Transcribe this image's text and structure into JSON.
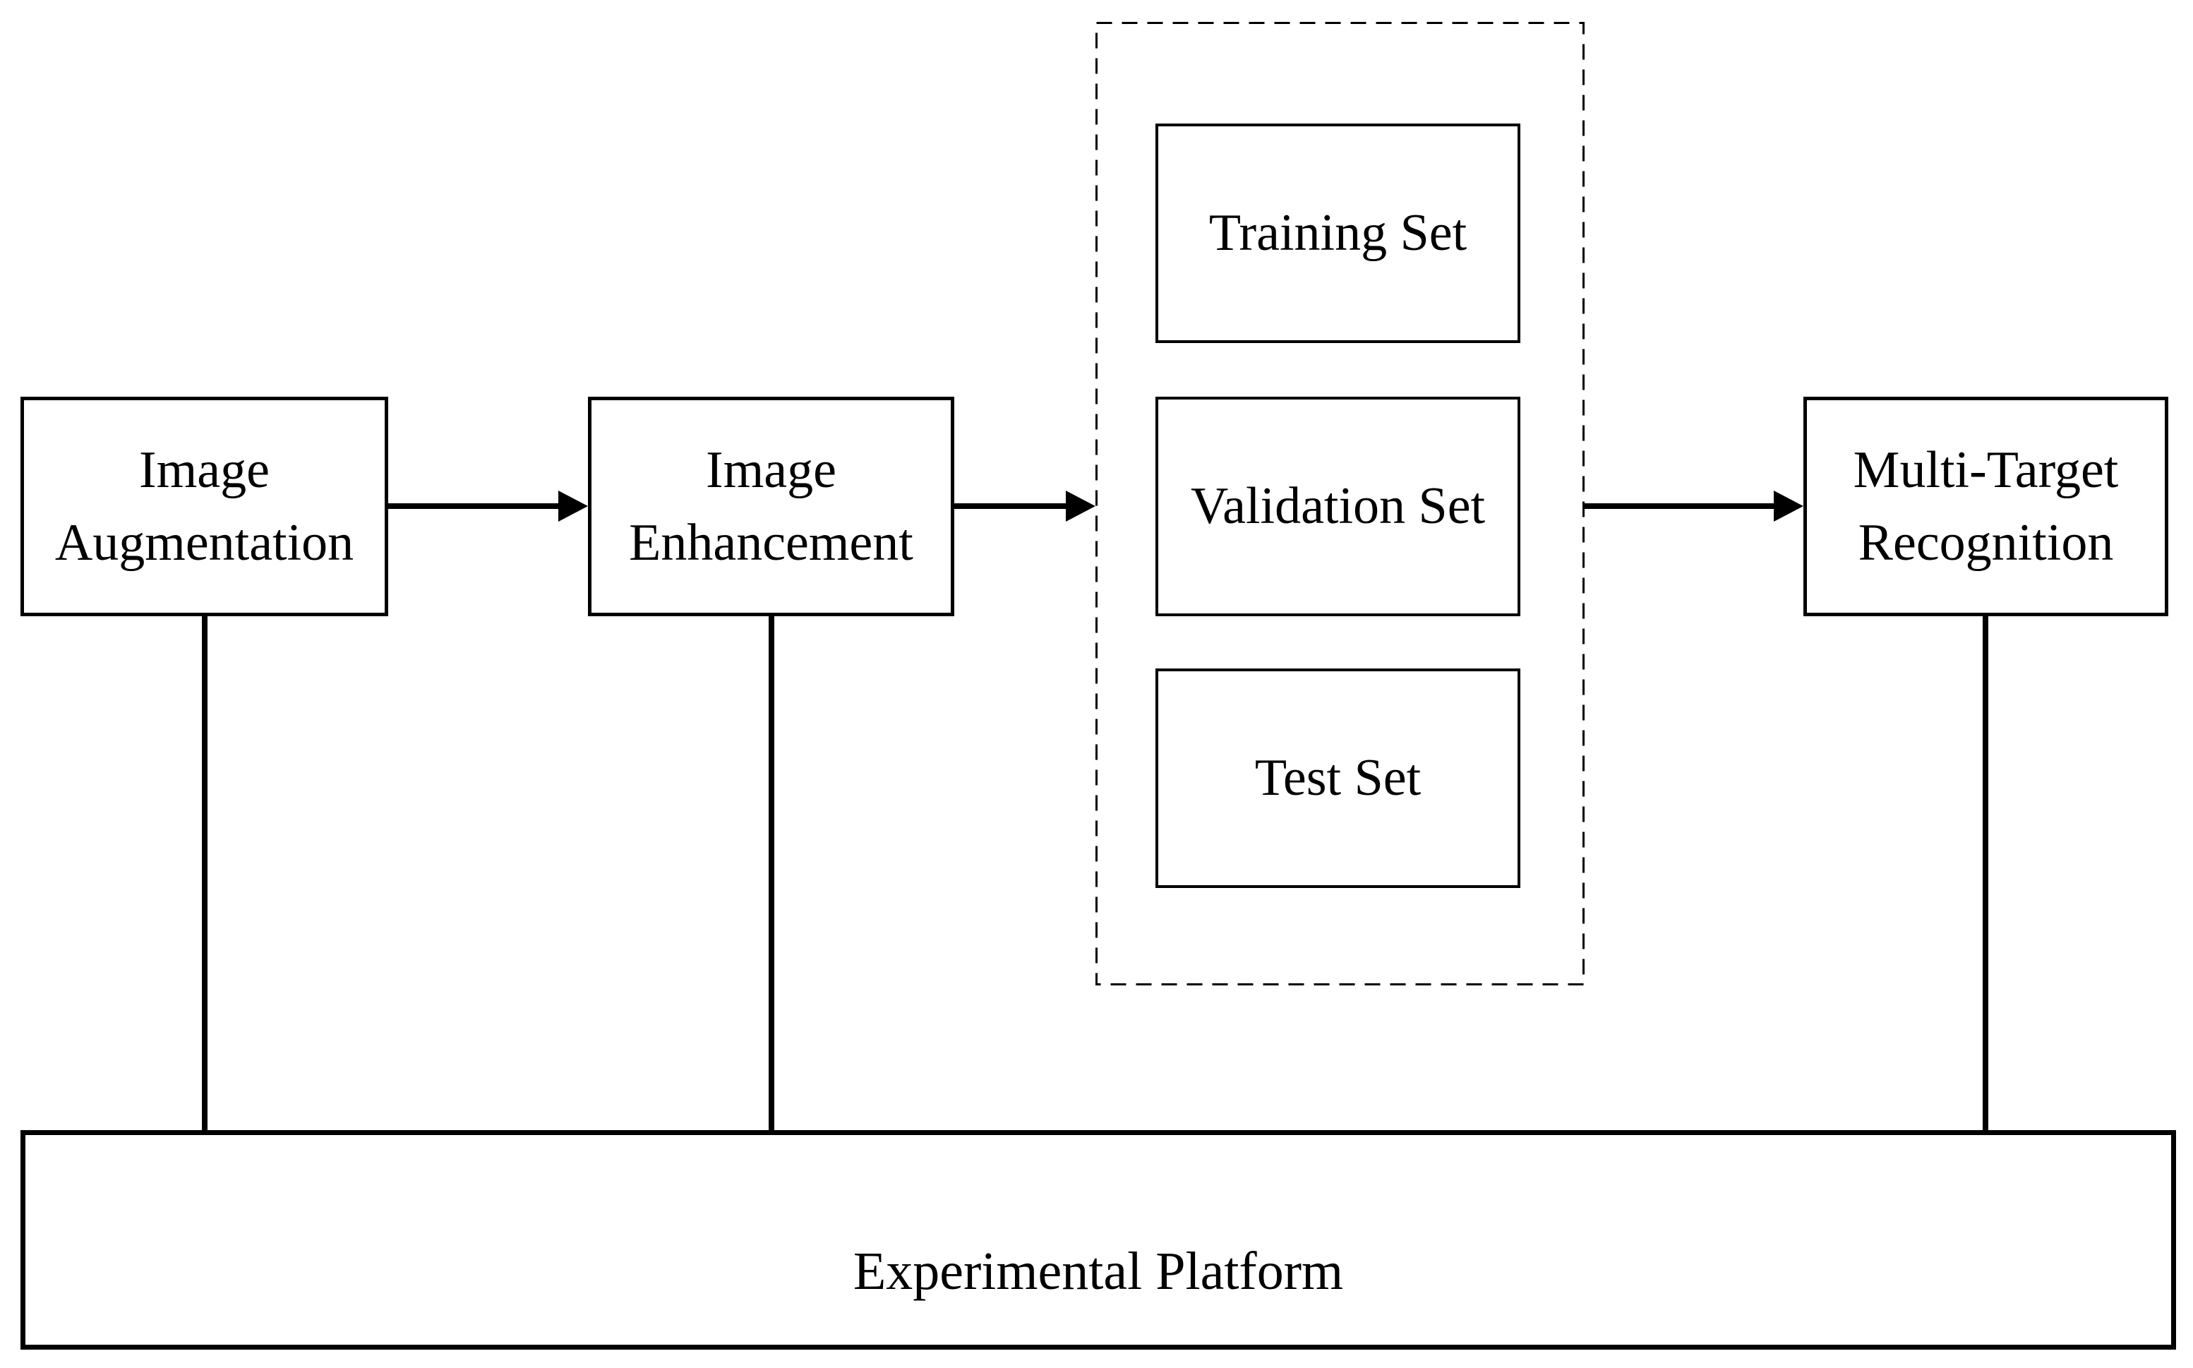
{
  "figure": {
    "background_color": "#ffffff",
    "line_color": "#000000",
    "text_color": "#000000"
  },
  "nodes": {
    "image_augmentation": {
      "lines": [
        "Image",
        "Augmentation"
      ]
    },
    "image_enhancement": {
      "lines": [
        "Image",
        "Enhancement"
      ]
    },
    "training_set": {
      "lines": [
        "Training Set"
      ]
    },
    "validation_set": {
      "lines": [
        "Validation Set"
      ]
    },
    "test_set": {
      "lines": [
        "Test Set"
      ]
    },
    "multi_target_recognition": {
      "lines": [
        "Multi-Target",
        "Recognition"
      ]
    },
    "experimental_platform": {
      "lines": [
        "Experimental Platform"
      ]
    }
  },
  "edges": [
    {
      "from": "image_augmentation",
      "to": "image_enhancement",
      "type": "arrow"
    },
    {
      "from": "image_enhancement",
      "to": "dataset_group",
      "type": "arrow"
    },
    {
      "from": "dataset_group",
      "to": "multi_target_recognition",
      "type": "arrow"
    },
    {
      "from": "image_augmentation",
      "to": "experimental_platform",
      "type": "line"
    },
    {
      "from": "image_enhancement",
      "to": "experimental_platform",
      "type": "line"
    },
    {
      "from": "multi_target_recognition",
      "to": "experimental_platform",
      "type": "line"
    }
  ]
}
